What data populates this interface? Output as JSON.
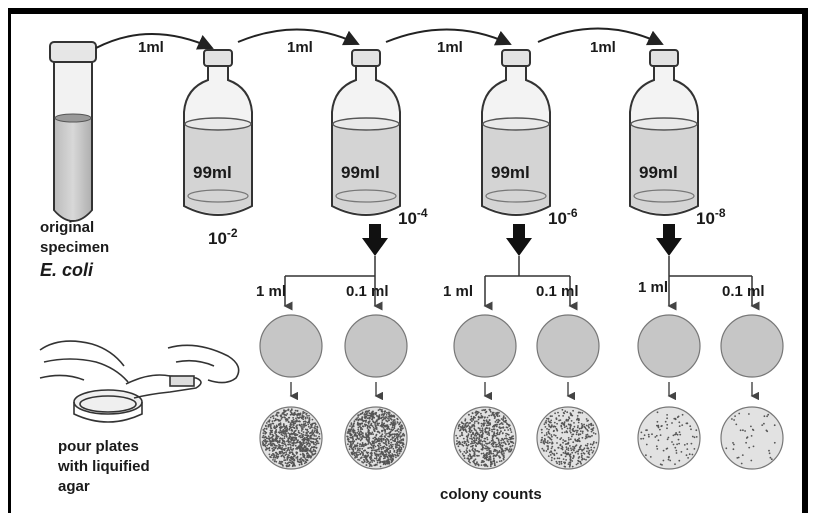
{
  "transfer_labels": [
    "1ml",
    "1ml",
    "1ml",
    "1ml"
  ],
  "bottles": [
    {
      "volume": "99ml",
      "base": "10",
      "exponent": "-2"
    },
    {
      "volume": "99ml",
      "base": "10",
      "exponent": "-4"
    },
    {
      "volume": "99ml",
      "base": "10",
      "exponent": "-6"
    },
    {
      "volume": "99ml",
      "base": "10",
      "exponent": "-8"
    }
  ],
  "specimen": {
    "line1": "original",
    "line2": "specimen",
    "organism": "E. coli"
  },
  "plating_labels": [
    {
      "left": "1 ml",
      "right": "0.1 ml"
    },
    {
      "left": "1 ml",
      "right": "0.1 ml"
    },
    {
      "left": "1 ml",
      "right": "0.1 ml"
    }
  ],
  "pour_plates": {
    "line1": "pour plates",
    "line2": "with liquified",
    "line3": "agar"
  },
  "colony_counts_label": "colony counts",
  "plate_densities": [
    "very-high",
    "very-high",
    "high",
    "medium",
    "low",
    "very-low"
  ],
  "colors": {
    "border": "#000000",
    "agar": "#c8c8c8",
    "liquid": "#d2d2d2",
    "ink": "#1a1a1a"
  }
}
